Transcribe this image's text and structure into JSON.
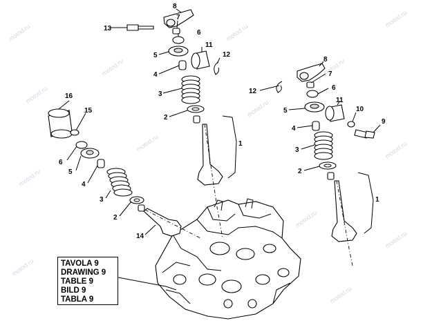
{
  "watermark": "motod.ru",
  "callouts": [
    "1",
    "2",
    "3",
    "4",
    "5",
    "6",
    "7",
    "8",
    "9",
    "10",
    "11",
    "12",
    "13",
    "14",
    "15",
    "16"
  ],
  "title_block": [
    "TAVOLA 9",
    "DRAWING 9",
    "TABLE 9",
    "BILD 9",
    "TABLA 9"
  ]
}
